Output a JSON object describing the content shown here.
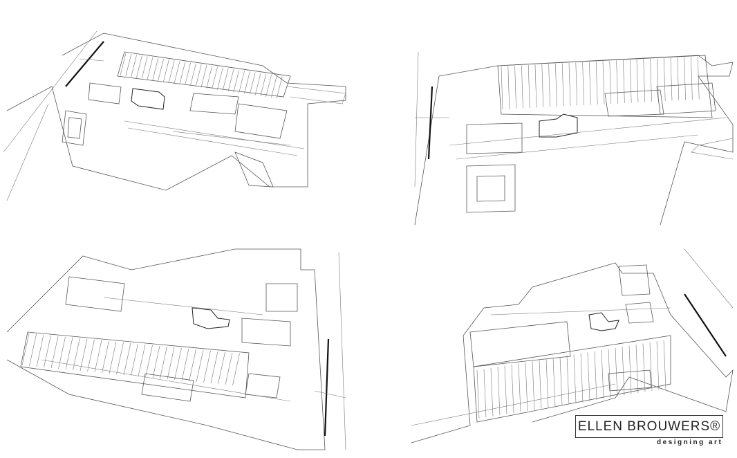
{
  "views": [
    {
      "id": "view-1",
      "icon": "axonometric-site-plan-icon"
    },
    {
      "id": "view-2",
      "icon": "axonometric-site-plan-icon"
    },
    {
      "id": "view-3",
      "icon": "axonometric-site-plan-icon"
    },
    {
      "id": "view-4",
      "icon": "axonometric-site-plan-icon"
    }
  ],
  "logo": {
    "name": "ELLEN BROUWERS®",
    "tagline": "designing art"
  },
  "colors": {
    "background": "#ffffff",
    "line": "#555555",
    "ink": "#222222"
  }
}
